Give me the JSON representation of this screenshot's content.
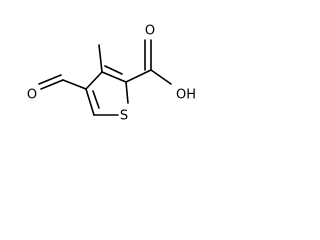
{
  "molecule": {
    "atoms": {
      "sulfur": "S",
      "carbonyl_oxygen": "O",
      "hydroxyl": "OH",
      "aldehyde_oxygen": "O"
    },
    "colors": {
      "bond": "#000000",
      "label": "#000000",
      "background": "#ffffff"
    }
  }
}
